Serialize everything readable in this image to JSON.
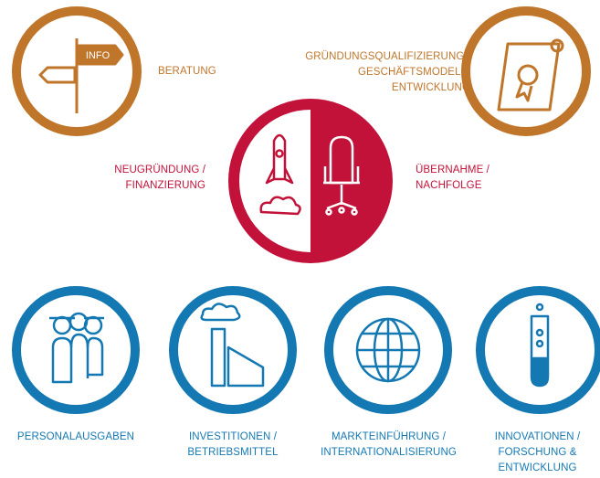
{
  "colors": {
    "orange": "#c0762a",
    "red": "#c2123a",
    "blue": "#1479b3"
  },
  "services": {
    "beratung": {
      "lines": [
        "BERATUNG"
      ],
      "icon": "signpost-icon"
    },
    "gruendung": {
      "lines": [
        "GRÜNDUNGSQUALIFIZIERUNG /",
        "GESCHÄFTSMODELL-",
        "ENTWICKLUNG"
      ],
      "icon": "certificate-icon"
    },
    "neugruendung": {
      "lines": [
        "NEUGRÜNDUNG /",
        "FINANZIERUNG"
      ],
      "icon": "rocket-icon"
    },
    "uebernahme": {
      "lines": [
        "ÜBERNAHME /",
        "NACHFOLGE"
      ],
      "icon": "office-chair-icon"
    },
    "personal": {
      "lines": [
        "PERSONALAUSGABEN"
      ],
      "icon": "people-icon"
    },
    "investitionen": {
      "lines": [
        "INVESTITIONEN /",
        "BETRIEBSMITTEL"
      ],
      "icon": "factory-icon"
    },
    "markt": {
      "lines": [
        "MARKTEINFÜHRUNG /",
        "INTERNATIONALISIERUNG"
      ],
      "icon": "globe-icon"
    },
    "innovationen": {
      "lines": [
        "INNOVATIONEN /",
        "FORSCHUNG &",
        "ENTWICKLUNG"
      ],
      "icon": "test-tube-icon"
    }
  },
  "sign_text": "INFO"
}
